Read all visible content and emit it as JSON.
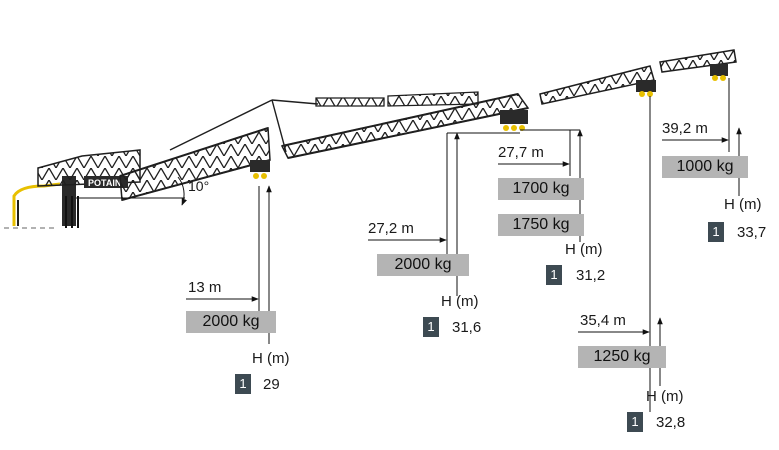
{
  "diagram": {
    "angle_label": "10°",
    "brand": "POTAIN",
    "configurations": [
      {
        "distance": "13 m",
        "load": "2000 kg",
        "height_label": "H (m)",
        "index": "1",
        "height": "29"
      },
      {
        "distance": "27,2 m",
        "load": "2000 kg",
        "height_label": "H (m)",
        "index": "1",
        "height": "31,6"
      },
      {
        "distance": "27,7 m",
        "load": "1700 kg",
        "load2": "1750 kg",
        "height_label": "H (m)",
        "index": "1",
        "height": "31,2"
      },
      {
        "distance": "35,4 m",
        "load": "1250 kg",
        "height_label": "H (m)",
        "index": "1",
        "height": "32,8"
      },
      {
        "distance": "39,2 m",
        "load": "1000 kg",
        "height_label": "H (m)",
        "index": "1",
        "height": "33,7"
      }
    ]
  },
  "colors": {
    "load_box": "#b4b4b4",
    "badge": "#3d4a52",
    "trolley": "#e8c000",
    "structure": "#1f1f1f"
  }
}
